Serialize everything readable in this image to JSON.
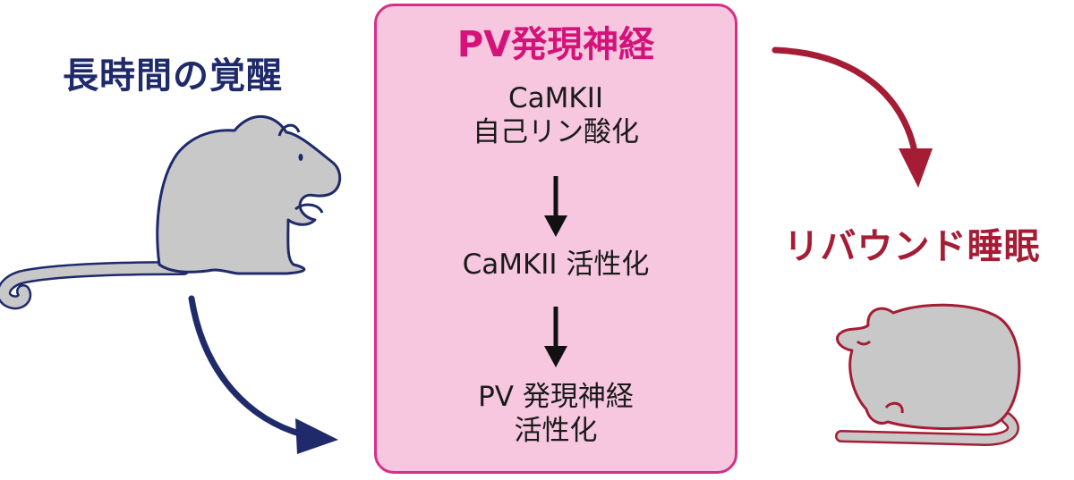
{
  "left_label": "長時間の覚醒",
  "right_label": "リバウンド睡眠",
  "box": {
    "title": "PV発現神経",
    "steps": [
      {
        "line1": "CaMKII",
        "line2": "自己リン酸化"
      },
      {
        "line1": "CaMKII 活性化"
      },
      {
        "line1": "PV 発現神経",
        "line2": "活性化"
      }
    ]
  },
  "colors": {
    "awake_navy": "#1f2a6b",
    "sleep_red": "#a51d35",
    "box_fill": "#f6c7df",
    "box_border": "#d62f88",
    "title_magenta": "#d4127a",
    "mouse_gray": "#c8c8c8"
  },
  "icons": [
    "awake-mouse-icon",
    "sleeping-mouse-icon",
    "down-arrow-icon",
    "curved-arrow-icon"
  ]
}
